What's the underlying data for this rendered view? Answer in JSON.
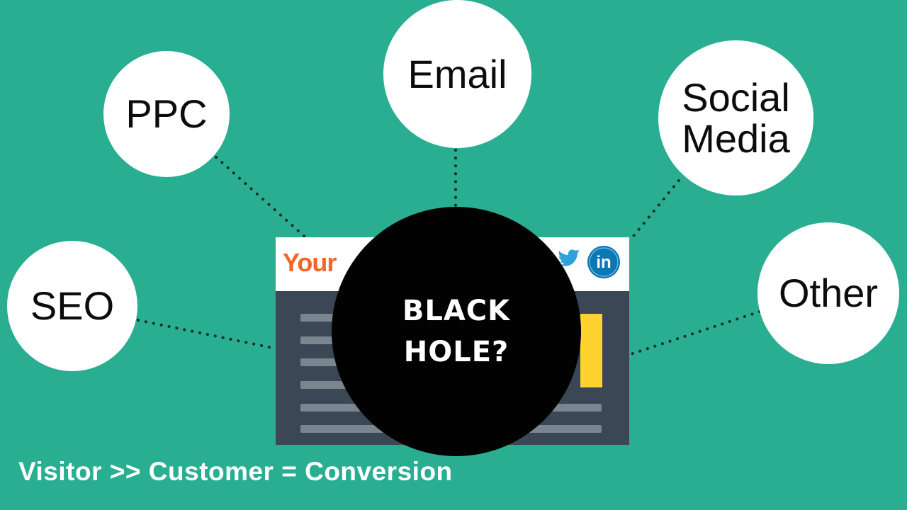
{
  "channels": {
    "ppc": "PPC",
    "email": "Email",
    "social_line1": "Social",
    "social_line2": "Media",
    "seo": "SEO",
    "other": "Other"
  },
  "website": {
    "logo_text": "Your",
    "social_icons": [
      "twitter-icon",
      "linkedin-icon"
    ],
    "linkedin_text": "in",
    "colors": {
      "logo": "#f26522",
      "banner": "#fed22f",
      "body": "#3b4754",
      "twitter": "#2fa3d9",
      "linkedin": "#0a77b6"
    }
  },
  "center": {
    "line1": "BLACK",
    "line2": "HOLE?"
  },
  "caption": "Visitor >> Customer = Conversion",
  "colors": {
    "background": "#2aae92",
    "bubble": "#ffffff",
    "hole": "#020202"
  }
}
